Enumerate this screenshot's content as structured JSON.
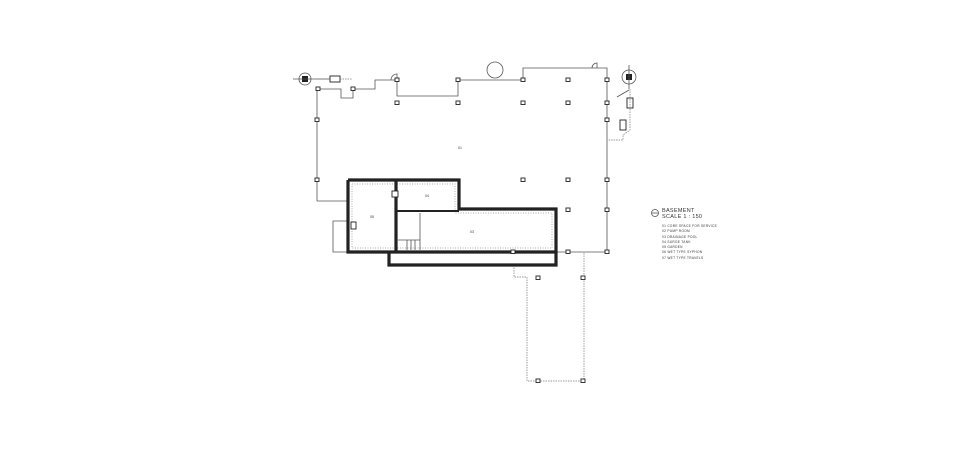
{
  "drawing": {
    "title": "BASEMENT",
    "scale": "SCALE 1 : 150",
    "rooms": [
      {
        "tag": "01"
      },
      {
        "tag": "04"
      },
      {
        "tag": "05"
      },
      {
        "tag": "03"
      }
    ]
  },
  "legend": {
    "items": [
      "01  CORE SPACE FOR SERVICE",
      "02  PUMP ROOM",
      "03  DRAINAGE POOL",
      "04  SURGE TANK",
      "05  GARDEN",
      "06  WET TYPE SYPHON",
      "07  WET TYPE TRAVELS"
    ]
  }
}
